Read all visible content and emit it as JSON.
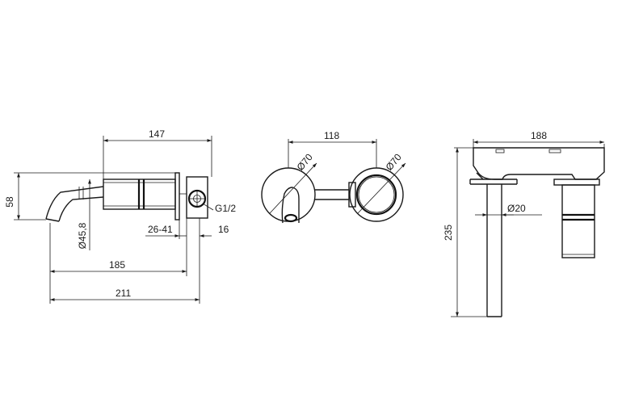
{
  "dimensions": {
    "d147": "147",
    "d58": "58",
    "d45_8": "Ø45,8",
    "g12": "G1/2",
    "d26_41": "26-41",
    "d16": "16",
    "d185": "185",
    "d211": "211",
    "d118": "118",
    "d70a": "Ø70",
    "d70b": "Ø70",
    "d188": "188",
    "d235": "235",
    "d20": "Ø20"
  },
  "colors": {
    "line": "#1a1a1a",
    "background": "#ffffff"
  }
}
